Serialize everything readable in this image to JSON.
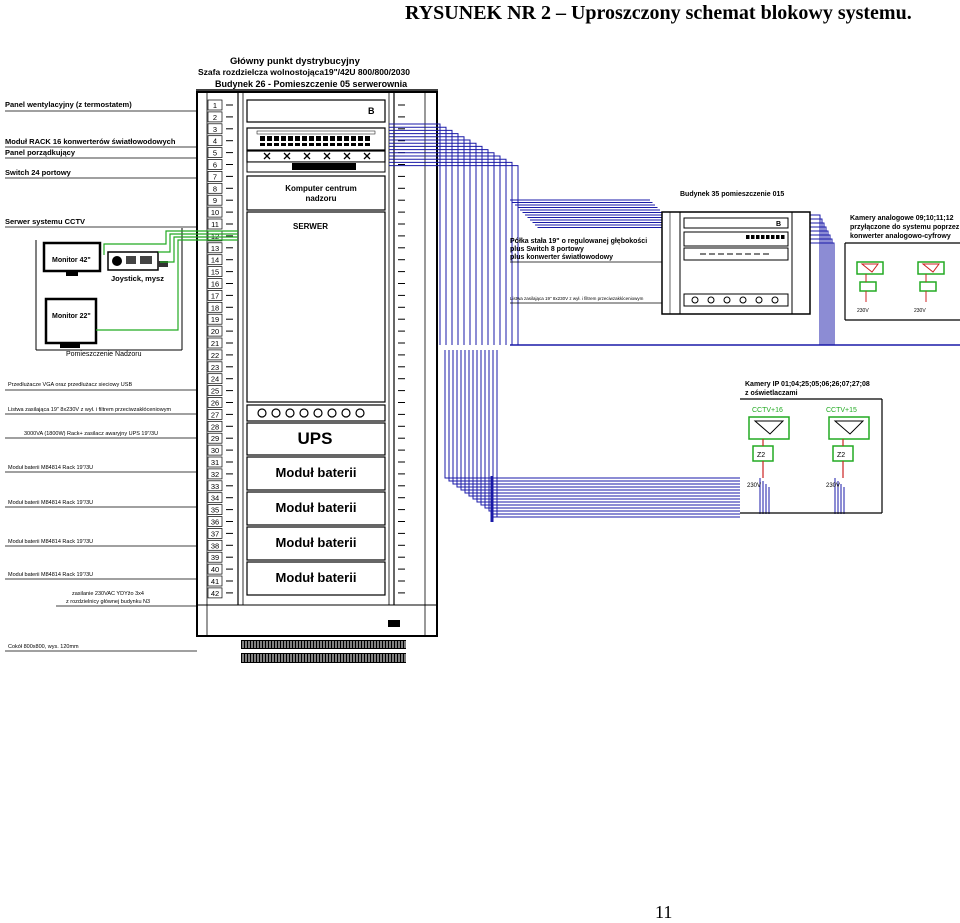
{
  "header": {
    "title": "RYSUNEK NR 2 – Uproszczony schemat blokowy systemu.",
    "page_number": "11"
  },
  "rack": {
    "title_line1": "Główny punkt dystrybucyjny",
    "title_line2": "Szafa rozdzielcza wolnostojąca19\"/42U 800/800/2030",
    "title_line3": "Budynek 26 - Pomieszczenie 05 serwerownia",
    "computer_label_1": "Komputer centrum",
    "computer_label_2": "nadzoru",
    "server_label": "SERWER",
    "ups_label": "UPS",
    "battery_labels": [
      "Moduł baterii",
      "Moduł baterii",
      "Moduł baterii",
      "Moduł baterii"
    ],
    "unit_numbers": [
      "1",
      "2",
      "3",
      "4",
      "5",
      "6",
      "7",
      "8",
      "9",
      "10",
      "11",
      "12",
      "13",
      "14",
      "15",
      "16",
      "17",
      "18",
      "19",
      "20",
      "21",
      "22",
      "23",
      "24",
      "25",
      "26",
      "27",
      "28",
      "29",
      "30",
      "31",
      "32",
      "33",
      "34",
      "35",
      "36",
      "37",
      "38",
      "39",
      "40",
      "41",
      "42"
    ]
  },
  "left_labels": {
    "fan_panel": "Panel wentylacyjny (z termostatem)",
    "rack_module": "Moduł RACK 16 konwerterów światłowodowych",
    "cable_panel": "Panel porządkujący",
    "switch": "Switch 24 portowy",
    "cctv_server": "Serwer systemu CCTV",
    "monitor_42": "Monitor 42\"",
    "joystick": "Joystick, mysz",
    "monitor_22": "Monitor 22\"",
    "control_room": "Pomieszczenie Nadzoru",
    "vga_usb": "Przedłużacze VGA oraz przedłużacz sieciowy USB",
    "power_strip": "Listwa zasilająca 19\" 8x230V z wył. i filtrem przeciwzakłóceniowym",
    "ups_desc": "3000VA (1800W) Rack+ zasilacz awaryjny UPS 19\"/3U",
    "battery_desc": [
      "Moduł baterii M84814 Rack 19\"/3U",
      "Moduł baterii M84814 Rack 19\"/3U",
      "Moduł baterii M84814 Rack 19\"/3U",
      "Moduł baterii M84814 Rack 19\"/3U"
    ],
    "feed_1": "zasilanie 230VAC YDYžo 3x4",
    "feed_2": "z rozdzielnicy głównej budynku N3",
    "plinth": "Cokół 800x800, wys. 120mm"
  },
  "building35": {
    "title": "Budynek 35 pomieszczenie 015",
    "shelf_1": "Półka stała 19\" o regulowanej głębokości",
    "shelf_2": "plus Switch 8 portowy",
    "shelf_3": "plus konwerter światłowodowy",
    "power_strip": "Listwa zasilająca 19\" 8x230V z wył. i filtrem przeciwzakłóceniowym"
  },
  "analog_cameras": {
    "line1": "Kamery analogowe 09;10;11;12",
    "line2": "przyłączone do systemu poprzez",
    "line3": "konwerter analogowo-cyfrowy",
    "voltage": "230V"
  },
  "ip_cameras": {
    "line1": "Kamery IP 01;04;25;05;06;26;07;27;08",
    "line2": "z oświetlaczami",
    "cctv_labels": [
      "CCTV+16",
      "CCTV+15"
    ],
    "z_label": "Z2",
    "voltage": "230V"
  },
  "colors": {
    "fiber": "#1a1aa8",
    "green_link": "#22aa22",
    "red_power": "#cc2222",
    "rack_line": "#000000"
  }
}
